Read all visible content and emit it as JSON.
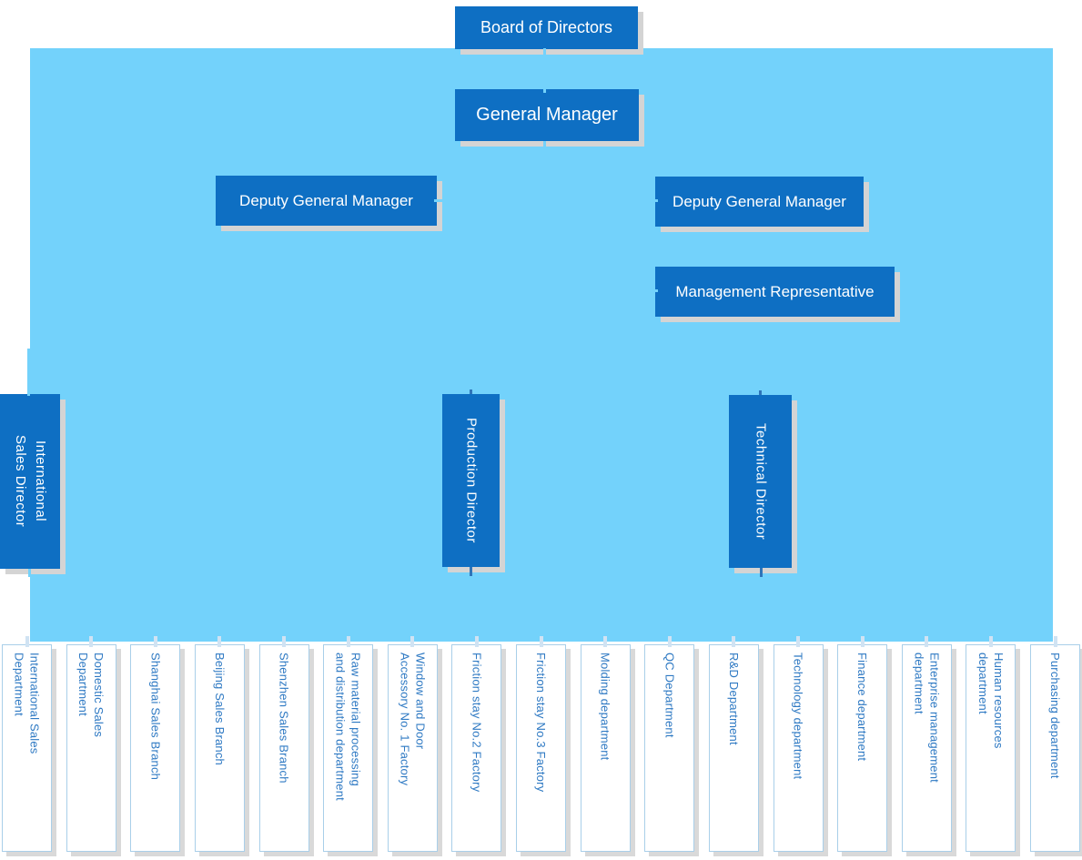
{
  "org": {
    "board": {
      "label": "Board of Directors"
    },
    "general_manager": {
      "label": "General Manager"
    },
    "deputy_general_manager_left": {
      "label": "Deputy General Manager"
    },
    "deputy_general_manager_right": {
      "label": "Deputy General Manager"
    },
    "management_representative": {
      "label": "Management Representative"
    },
    "directors": [
      {
        "label": "International\nSales Director"
      },
      {
        "label": "Production Director"
      },
      {
        "label": "Technical Director"
      }
    ],
    "departments": [
      {
        "label": "International Sales\nDepartment"
      },
      {
        "label": "Domestic Sales\nDepartment"
      },
      {
        "label": "Shanghai Sales Branch"
      },
      {
        "label": "Beijing Sales Branch"
      },
      {
        "label": "Shenzhen Sales Branch"
      },
      {
        "label": "Raw material processing\nand distribution department"
      },
      {
        "label": "Window and Door\nAccessory No. 1 Factory"
      },
      {
        "label": "Friction stay No.2 Factory"
      },
      {
        "label": "Friction stay No.3 Factory"
      },
      {
        "label": "Molding department"
      },
      {
        "label": "QC Department"
      },
      {
        "label": "R&D Department"
      },
      {
        "label": "Technology department"
      },
      {
        "label": "Finance department"
      },
      {
        "label": "Enterprise management\ndepartment"
      },
      {
        "label": "Human resources\ndepartment"
      },
      {
        "label": "Purchasing department"
      }
    ]
  },
  "colors": {
    "node_fill": "#0e6fc3",
    "node_text": "#ffffff",
    "background_panel": "#73d2fb",
    "department_fill": "#ffffff",
    "department_border": "#a9cfe9",
    "department_text": "#2e79c3",
    "shadow": "#d4d4d4",
    "connector": "#73d2fb",
    "connector_stub_dark": "#2f74b8",
    "connector_nub": "#d0e3f3"
  }
}
